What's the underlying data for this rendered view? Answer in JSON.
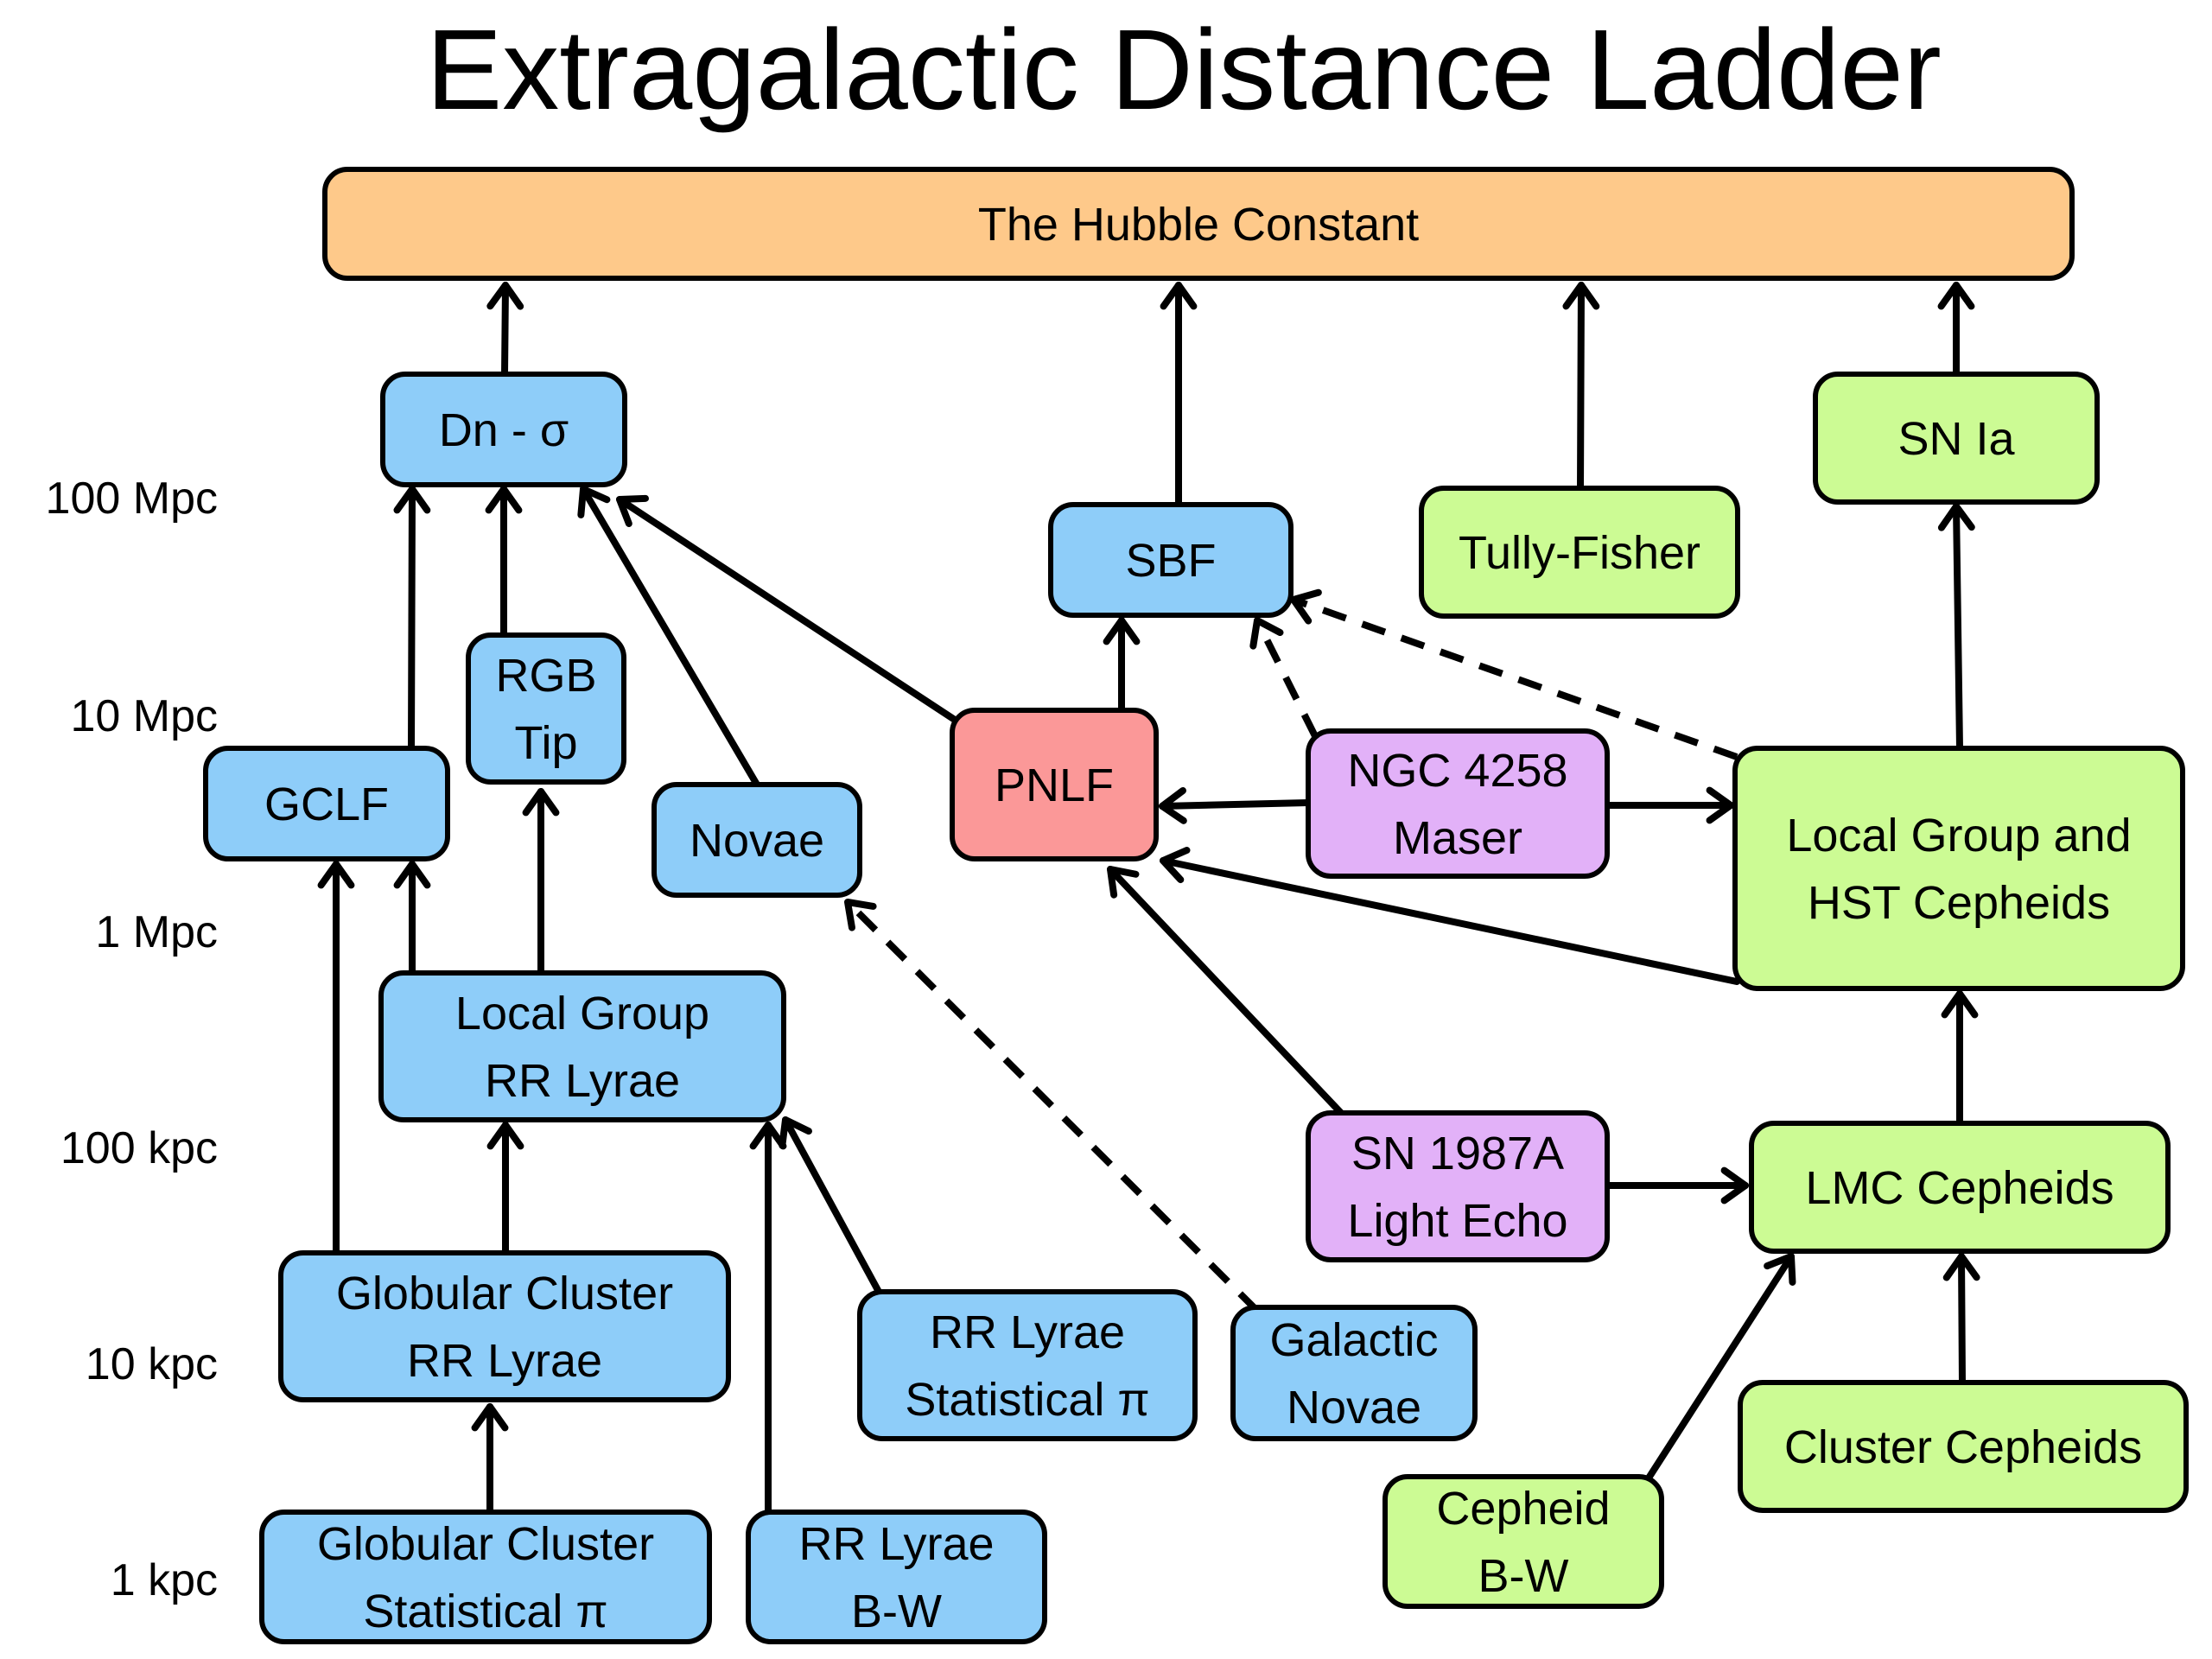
{
  "title": "Extragalactic Distance Ladder",
  "colors": {
    "hubble": "#fec98a",
    "blue": "#8ecdf9",
    "green": "#ccfb94",
    "red": "#fb9898",
    "purple": "#e2b1f8"
  },
  "distance_axis": [
    "100 Mpc",
    "10 Mpc",
    "1 Mpc",
    "100 kpc",
    "10 kpc",
    "1 kpc"
  ],
  "nodes": {
    "hubble": {
      "lines": [
        "The Hubble Constant"
      ],
      "color": "hubble"
    },
    "dn_sigma": {
      "lines": [
        "Dn - σ"
      ],
      "color": "blue"
    },
    "rgb_tip": {
      "lines": [
        "RGB",
        "Tip"
      ],
      "color": "blue"
    },
    "gclf": {
      "lines": [
        "GCLF"
      ],
      "color": "blue"
    },
    "novae": {
      "lines": [
        "Novae"
      ],
      "color": "blue"
    },
    "local_group_rr": {
      "lines": [
        "Local Group",
        "RR Lyrae"
      ],
      "color": "blue"
    },
    "gc_rr": {
      "lines": [
        "Globular Cluster",
        "RR Lyrae"
      ],
      "color": "blue"
    },
    "gc_stat": {
      "lines": [
        "Globular Cluster",
        "Statistical π"
      ],
      "color": "blue"
    },
    "rr_stat": {
      "lines": [
        "RR Lyrae",
        "Statistical π"
      ],
      "color": "blue"
    },
    "rr_bw": {
      "lines": [
        "RR Lyrae",
        "B-W"
      ],
      "color": "blue"
    },
    "galactic_novae": {
      "lines": [
        "Galactic",
        "Novae"
      ],
      "color": "blue"
    },
    "sbf": {
      "lines": [
        "SBF"
      ],
      "color": "blue"
    },
    "pnlf": {
      "lines": [
        "PNLF"
      ],
      "color": "red"
    },
    "ngc4258": {
      "lines": [
        "NGC 4258",
        "Maser"
      ],
      "color": "purple"
    },
    "sn1987a": {
      "lines": [
        "SN 1987A",
        "Light Echo"
      ],
      "color": "purple"
    },
    "tully_fisher": {
      "lines": [
        "Tully-Fisher"
      ],
      "color": "green"
    },
    "sn_ia": {
      "lines": [
        "SN Ia"
      ],
      "color": "green"
    },
    "lg_hst_cepheids": {
      "lines": [
        "Local Group and",
        "HST Cepheids"
      ],
      "color": "green"
    },
    "lmc_cepheids": {
      "lines": [
        "LMC Cepheids"
      ],
      "color": "green"
    },
    "cluster_cepheids": {
      "lines": [
        "Cluster Cepheids"
      ],
      "color": "green"
    },
    "cepheid_bw": {
      "lines": [
        "Cepheid",
        "B-W"
      ],
      "color": "green"
    }
  },
  "edges": [
    {
      "from": "dn_sigma",
      "to": "hubble",
      "style": "solid"
    },
    {
      "from": "sbf",
      "to": "hubble",
      "style": "solid"
    },
    {
      "from": "tully_fisher",
      "to": "hubble",
      "style": "solid"
    },
    {
      "from": "sn_ia",
      "to": "hubble",
      "style": "solid"
    },
    {
      "from": "gclf",
      "to": "dn_sigma",
      "style": "solid"
    },
    {
      "from": "rgb_tip",
      "to": "dn_sigma",
      "style": "solid"
    },
    {
      "from": "novae",
      "to": "dn_sigma",
      "style": "solid"
    },
    {
      "from": "pnlf",
      "to": "dn_sigma",
      "style": "solid"
    },
    {
      "from": "gc_rr",
      "to": "gclf",
      "style": "solid"
    },
    {
      "from": "local_group_rr",
      "to": "gclf",
      "style": "solid"
    },
    {
      "from": "local_group_rr",
      "to": "rgb_tip",
      "style": "solid"
    },
    {
      "from": "gc_rr",
      "to": "local_group_rr",
      "style": "solid"
    },
    {
      "from": "rr_bw",
      "to": "local_group_rr",
      "style": "solid"
    },
    {
      "from": "rr_stat",
      "to": "local_group_rr",
      "style": "solid"
    },
    {
      "from": "gc_stat",
      "to": "gc_rr",
      "style": "solid"
    },
    {
      "from": "galactic_novae",
      "to": "novae",
      "style": "dashed"
    },
    {
      "from": "pnlf",
      "to": "sbf",
      "style": "solid"
    },
    {
      "from": "ngc4258",
      "to": "sbf",
      "style": "dashed"
    },
    {
      "from": "lg_hst_cepheids",
      "to": "sbf",
      "style": "dashed"
    },
    {
      "from": "ngc4258",
      "to": "pnlf",
      "style": "solid"
    },
    {
      "from": "ngc4258",
      "to": "lg_hst_cepheids",
      "style": "solid"
    },
    {
      "from": "lg_hst_cepheids",
      "to": "pnlf",
      "style": "solid"
    },
    {
      "from": "sn1987a",
      "to": "pnlf",
      "style": "solid"
    },
    {
      "from": "sn1987a",
      "to": "lmc_cepheids",
      "style": "solid"
    },
    {
      "from": "lg_hst_cepheids",
      "to": "sn_ia",
      "style": "solid"
    },
    {
      "from": "lmc_cepheids",
      "to": "lg_hst_cepheids",
      "style": "solid"
    },
    {
      "from": "cluster_cepheids",
      "to": "lmc_cepheids",
      "style": "solid"
    },
    {
      "from": "cepheid_bw",
      "to": "lmc_cepheids",
      "style": "solid"
    }
  ]
}
